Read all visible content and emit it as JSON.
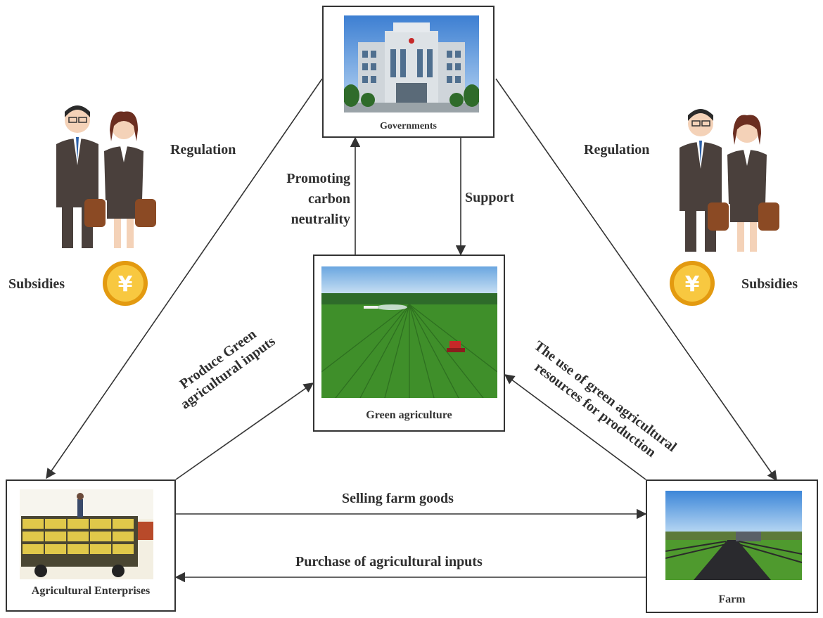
{
  "nodes": {
    "governments": "Governments",
    "green_agriculture": "Green agriculture",
    "enterprises": "Agricultural Enterprises",
    "farm": "Farm"
  },
  "labels": {
    "regulation_left": "Regulation",
    "regulation_right": "Regulation",
    "subsidies_left": "Subsidies",
    "subsidies_right": "Subsidies",
    "promoting_line1": "Promoting",
    "promoting_line2": "carbon",
    "promoting_line3": "neutrality",
    "support": "Support",
    "produce_line1": "Produce Green",
    "produce_line2": "agricultural inputs",
    "use_line1": "The use of green agricultural",
    "use_line2": "resources for production",
    "selling": "Selling farm goods",
    "purchase": "Purchase of agricultural inputs"
  },
  "icons": {
    "coin_symbol": "¥"
  },
  "colors": {
    "line": "#333333",
    "field_green": "#3f8f2a",
    "sky_blue": "#4a90d9",
    "coin_gold": "#f3b51c",
    "suit": "#4a403c"
  }
}
